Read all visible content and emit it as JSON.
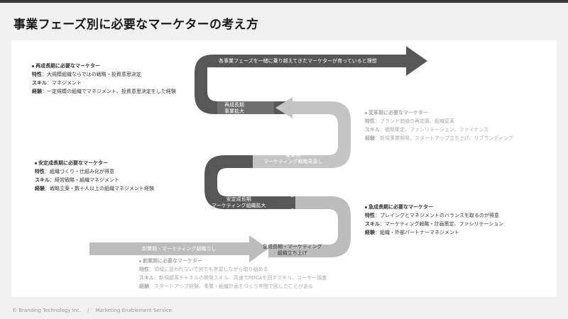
{
  "title": "事業フェーズ別に必要なマーケターの考え方",
  "arrows": {
    "top": "各事業フェーズを一緒に乗り越えてきたマーケターが育っていると理想",
    "mature": [
      "再成長期",
      "事業拡大"
    ],
    "transform": [
      "変革期",
      "マーケティング戦略見直し"
    ],
    "stable": [
      "安定成長期",
      "マーケティング組織拡大"
    ],
    "rapid": [
      "急成長期・マーケティング",
      "組織立ち上げ"
    ],
    "founding": "創業期・マーケティング組織なし"
  },
  "sections": {
    "regrowth": {
      "title": "再成長期に必要なマーケター",
      "rows": [
        {
          "label": "特性",
          "text": "大規模組織ならではの戦略・投資意思決定"
        },
        {
          "label": "スキル",
          "text": "マネジメント"
        },
        {
          "label": "経験",
          "text": "一定規模の組織でマネジメント、投資意思決定をした経験"
        }
      ]
    },
    "transform": {
      "title": "変革期に必要なマーケター",
      "rows": [
        {
          "label": "特性",
          "text": "ブランド価値の再定義、組織変革"
        },
        {
          "label": "スキル",
          "text": "戦略策定、ファシリテーション、ファイナンス"
        },
        {
          "label": "経験",
          "text": "新規事業開発、スタートアップ立ち上げ、リブランディング"
        }
      ]
    },
    "stable": {
      "title": "安定成長期に必要なマーケター",
      "rows": [
        {
          "label": "特性",
          "text": "組織づくり・仕組み化が得意"
        },
        {
          "label": "スキル",
          "text": "経営戦略・組織マネジメント"
        },
        {
          "label": "経験",
          "text": "戦略立案・数十人以上の組織マネジメント経験"
        }
      ]
    },
    "rapid": {
      "title": "急成長期に必要なマーケター",
      "rows": [
        {
          "label": "特性",
          "text": "プレイングとマネジメントのバランスを取るのが得意"
        },
        {
          "label": "スキル",
          "text": "マーケティング戦略・計画策定、ファシリテーション"
        },
        {
          "label": "経験",
          "text": "組織・外部パートナーマネジメント"
        }
      ]
    },
    "founding": {
      "title": "創業期に必要なマーケター",
      "rows": [
        {
          "label": "特性",
          "text": "領域に捉われないで何でも学習しながら取り組める"
        },
        {
          "label": "スキル",
          "text": "新規顧客チャネルの開発スキル、高速でPDCAを回すスキル、ユーザー調査"
        },
        {
          "label": "経験",
          "text": "スタートアップ経験、事業・組織計画をつくり年間で回したことがある"
        }
      ]
    }
  },
  "footer": {
    "company": "© Branding Technology Inc.",
    "separator": "/",
    "service": "Marketing Enablement Service"
  },
  "colors": {
    "dark": "#575757",
    "mid": "#6f6f6f",
    "light": "#b7b7b7",
    "lighter": "#c4c4c4"
  }
}
